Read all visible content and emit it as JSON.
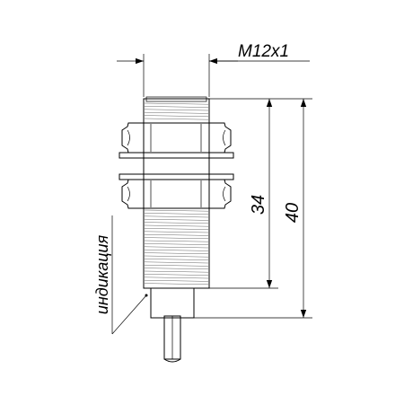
{
  "drawing": {
    "thread_label": "M12x1",
    "dim_short": "34",
    "dim_long": "40",
    "indicator_label": "индикация"
  }
}
